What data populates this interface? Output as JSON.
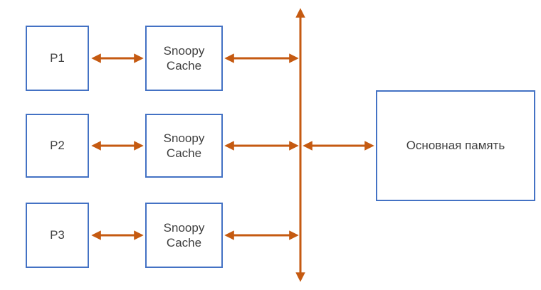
{
  "diagram": {
    "description": "Snoopy cache coherence architecture diagram",
    "nodes": {
      "p1": {
        "label": "P1"
      },
      "p2": {
        "label": "P2"
      },
      "p3": {
        "label": "P3"
      },
      "cache1": {
        "label": "Snoopy Cache"
      },
      "cache2": {
        "label": "Snoopy Cache"
      },
      "cache3": {
        "label": "Snoopy Cache"
      },
      "memory": {
        "label": "Основная память"
      }
    },
    "bus": {
      "orientation": "vertical",
      "arrowheads": "both-ends"
    },
    "edges": [
      {
        "from": "p1",
        "to": "cache1",
        "type": "bidirectional-arrow"
      },
      {
        "from": "cache1",
        "to": "bus",
        "type": "bidirectional-arrow"
      },
      {
        "from": "p2",
        "to": "cache2",
        "type": "bidirectional-arrow"
      },
      {
        "from": "cache2",
        "to": "bus",
        "type": "bidirectional-arrow"
      },
      {
        "from": "p3",
        "to": "cache3",
        "type": "bidirectional-arrow"
      },
      {
        "from": "cache3",
        "to": "bus",
        "type": "bidirectional-arrow"
      },
      {
        "from": "bus",
        "to": "memory",
        "type": "bidirectional-arrow"
      }
    ],
    "colors": {
      "box_border": "#4472c4",
      "arrow": "#c55a11",
      "text": "#3f3f3f",
      "background": "#ffffff"
    }
  }
}
